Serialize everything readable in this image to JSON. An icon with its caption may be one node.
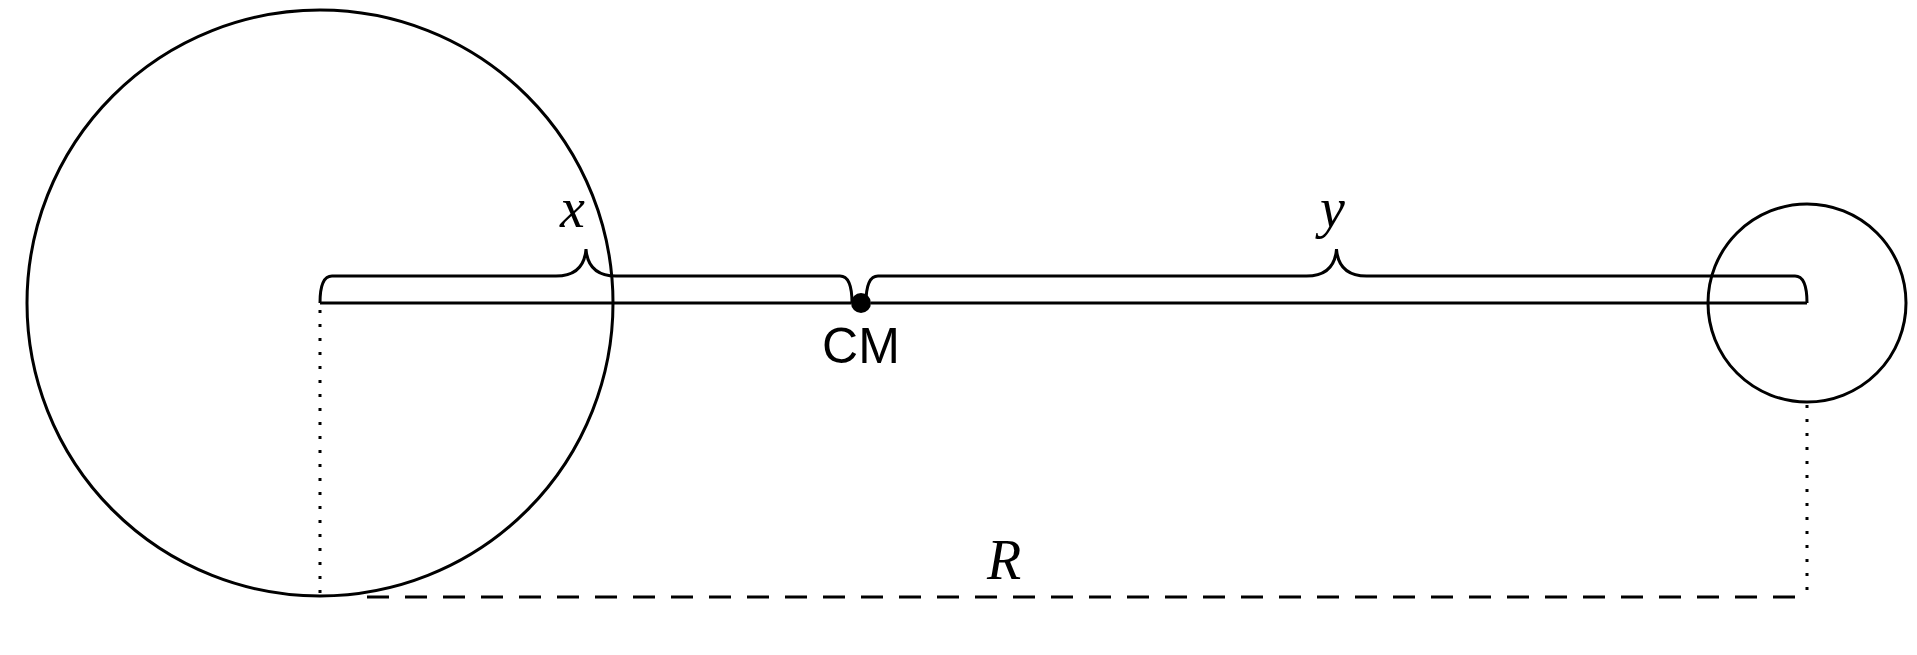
{
  "diagram": {
    "nodes": [
      {
        "text": [],
        "shape": "circle"
      },
      {
        "text": [
          "CM"
        ]
      },
      {
        "text": [],
        "shape": "circle"
      }
    ],
    "edges": [
      {
        "from": 0,
        "to": 1,
        "arrow": "none"
      },
      {
        "from": 1,
        "to": 2,
        "arrow": "none"
      }
    ],
    "labels": [
      "x",
      "y",
      "R"
    ]
  }
}
